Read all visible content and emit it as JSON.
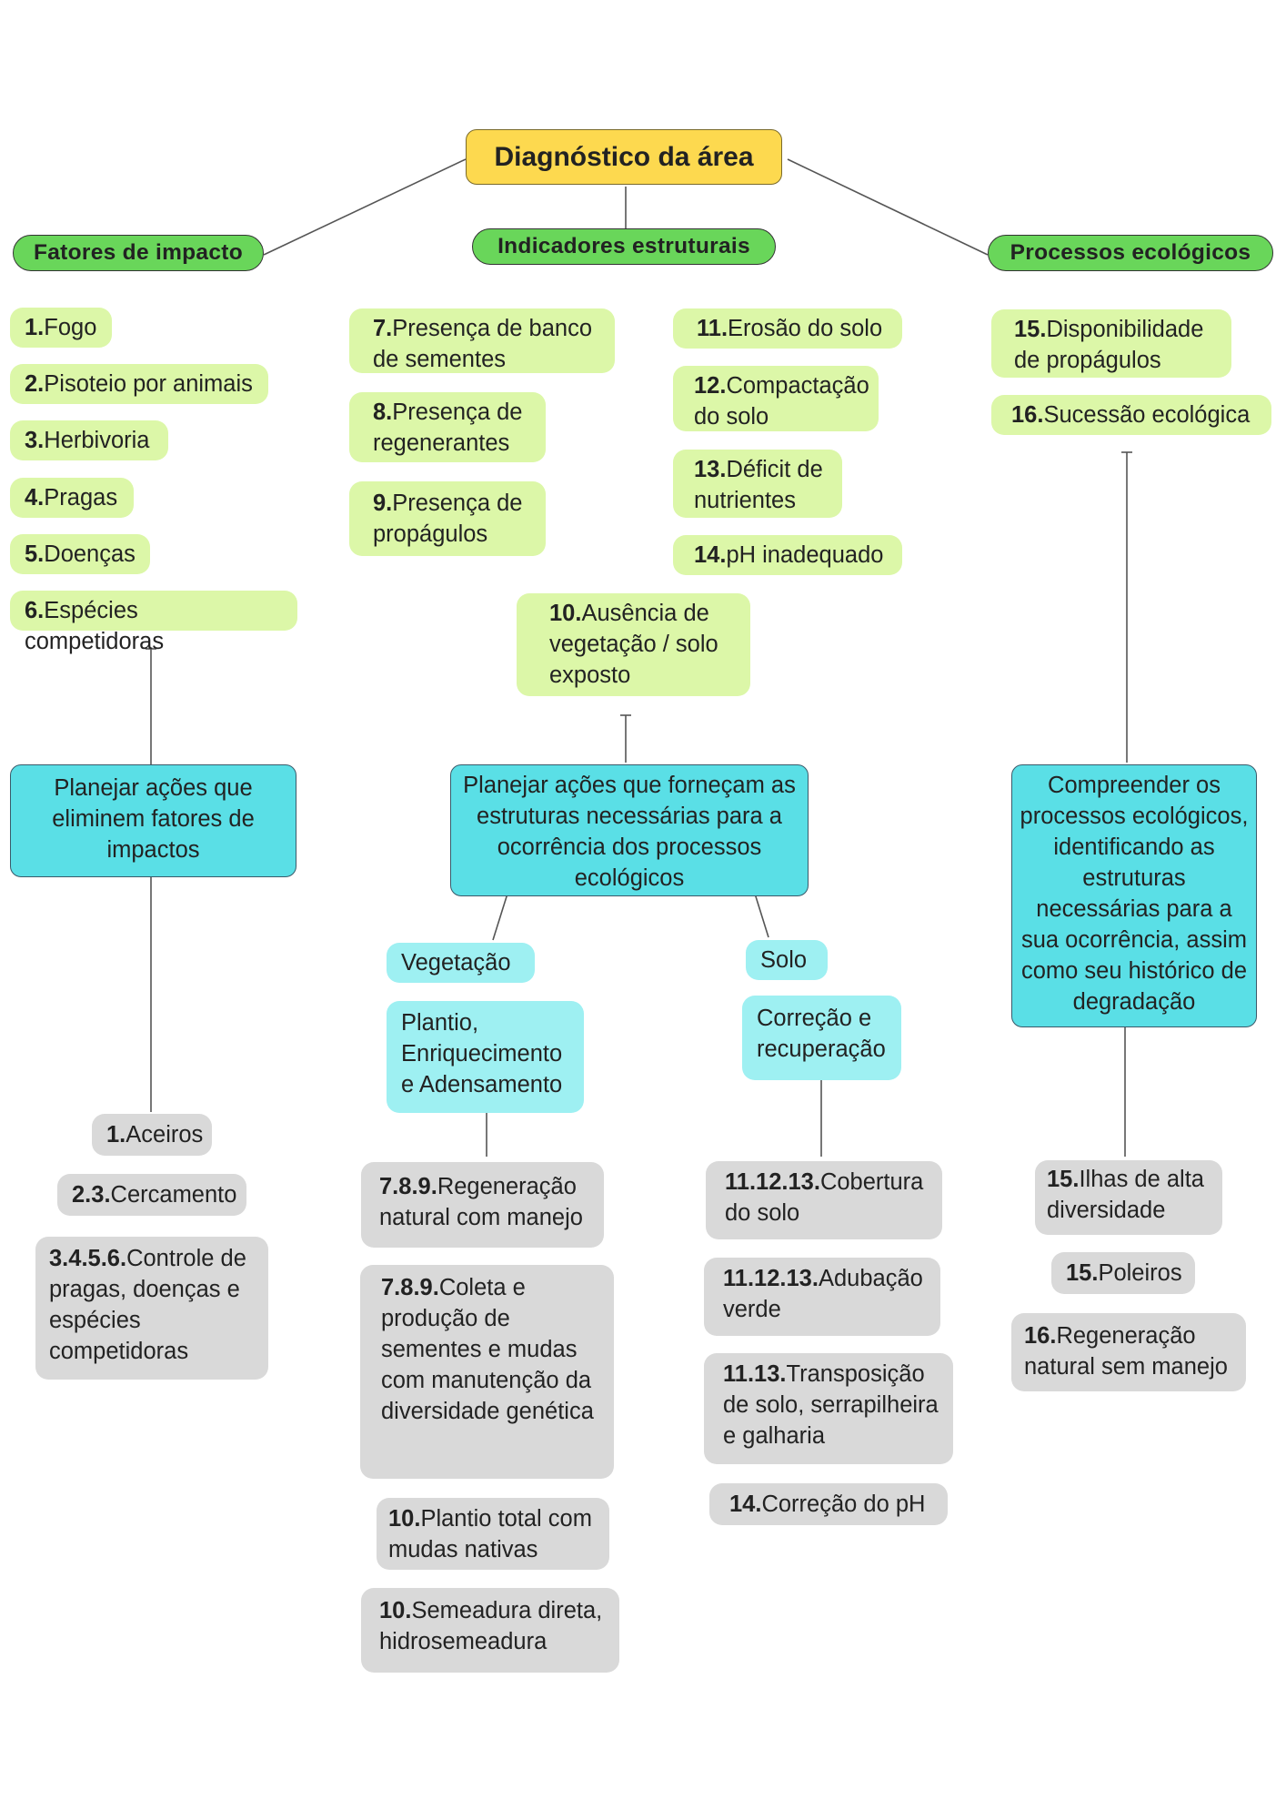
{
  "root": "Diagnóstico da área",
  "categories": {
    "impact": "Fatores de impacto",
    "structural": "Indicadores estruturais",
    "processes": "Processos ecológicos"
  },
  "impact_items": [
    {
      "n": "1.",
      "t": "Fogo"
    },
    {
      "n": "2.",
      "t": "Pisoteio por animais"
    },
    {
      "n": "3.",
      "t": "Herbivoria"
    },
    {
      "n": "4.",
      "t": "Pragas"
    },
    {
      "n": "5.",
      "t": "Doenças"
    },
    {
      "n": "6.",
      "t": "Espécies competidoras"
    }
  ],
  "structural_items": [
    {
      "n": "7.",
      "t": "Presença de banco de sementes"
    },
    {
      "n": "8.",
      "t": "Presença de regenerantes"
    },
    {
      "n": "9.",
      "t": "Presença de propágulos"
    },
    {
      "n": "10.",
      "t": "Ausência de vegetação / solo exposto"
    },
    {
      "n": "11.",
      "t": "Erosão do solo"
    },
    {
      "n": "12.",
      "t": "Compactação do solo"
    },
    {
      "n": "13.",
      "t": "Déficit de nutrientes"
    },
    {
      "n": "14.",
      "t": "pH inadequado"
    }
  ],
  "process_items": [
    {
      "n": "15.",
      "t": "Disponibilidade de propágulos"
    },
    {
      "n": "16.",
      "t": "Sucessão ecológica"
    }
  ],
  "plans": {
    "impact": "Planejar ações que eliminem fatores de impactos",
    "structural": "Planejar ações que forneçam as estruturas necessárias para a ocorrência dos processos ecológicos",
    "processes": "Compreender os processos ecológicos, identificando as estruturas necessárias para a sua ocorrência, assim como seu histórico de degradação"
  },
  "branches": {
    "vegetation": "Vegetação",
    "vegetation_desc": "Plantio, Enriquecimento e Adensamento",
    "soil": "Solo",
    "soil_desc": "Correção e recuperação"
  },
  "impact_actions": [
    {
      "n": "1.",
      "t": "Aceiros"
    },
    {
      "n": "2.3.",
      "t": "Cercamento"
    },
    {
      "n": "3.4.5.6.",
      "t": "Controle de pragas, doenças e espécies competidoras"
    }
  ],
  "vegetation_actions": [
    {
      "n": "7.8.9.",
      "t": "Regeneração natural com manejo"
    },
    {
      "n": "7.8.9.",
      "t": "Coleta e produção de sementes e mudas com manutenção da diversidade genética"
    },
    {
      "n": "10.",
      "t": "Plantio total com mudas nativas"
    },
    {
      "n": "10.",
      "t": "Semeadura direta, hidrosemeadura"
    }
  ],
  "soil_actions": [
    {
      "n": "11.12.13.",
      "t": "Cobertura do solo"
    },
    {
      "n": "11.12.13.",
      "t": "Adubação verde"
    },
    {
      "n": "11.13.",
      "t": "Transposição de solo, serrapilheira e galharia"
    },
    {
      "n": "14.",
      "t": "Correção do pH"
    }
  ],
  "process_actions": [
    {
      "n": "15.",
      "t": "Ilhas de alta diversidade"
    },
    {
      "n": "15.",
      "t": "Poleiros"
    },
    {
      "n": "16.",
      "t": "Regeneração natural sem manejo"
    }
  ],
  "colors": {
    "root": "#fdd94f",
    "category": "#69d65a",
    "indicator": "#dcf7a8",
    "plan": "#5adfe6",
    "branch": "#9ef0f2",
    "action": "#d9d9d9"
  }
}
